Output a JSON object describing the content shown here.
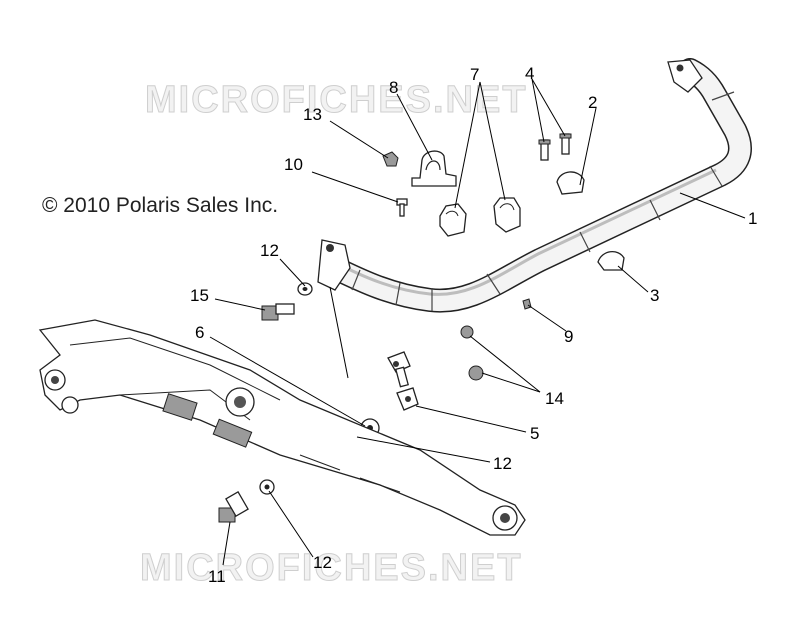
{
  "watermarks": [
    "MICROFICHES.NET",
    "MICROFICHES.NET"
  ],
  "copyright": "© 2010 Polaris Sales Inc.",
  "callouts": [
    "1",
    "2",
    "3",
    "4",
    "5",
    "6",
    "7",
    "8",
    "9",
    "10",
    "11",
    "12",
    "12",
    "12",
    "13",
    "14",
    "15"
  ]
}
